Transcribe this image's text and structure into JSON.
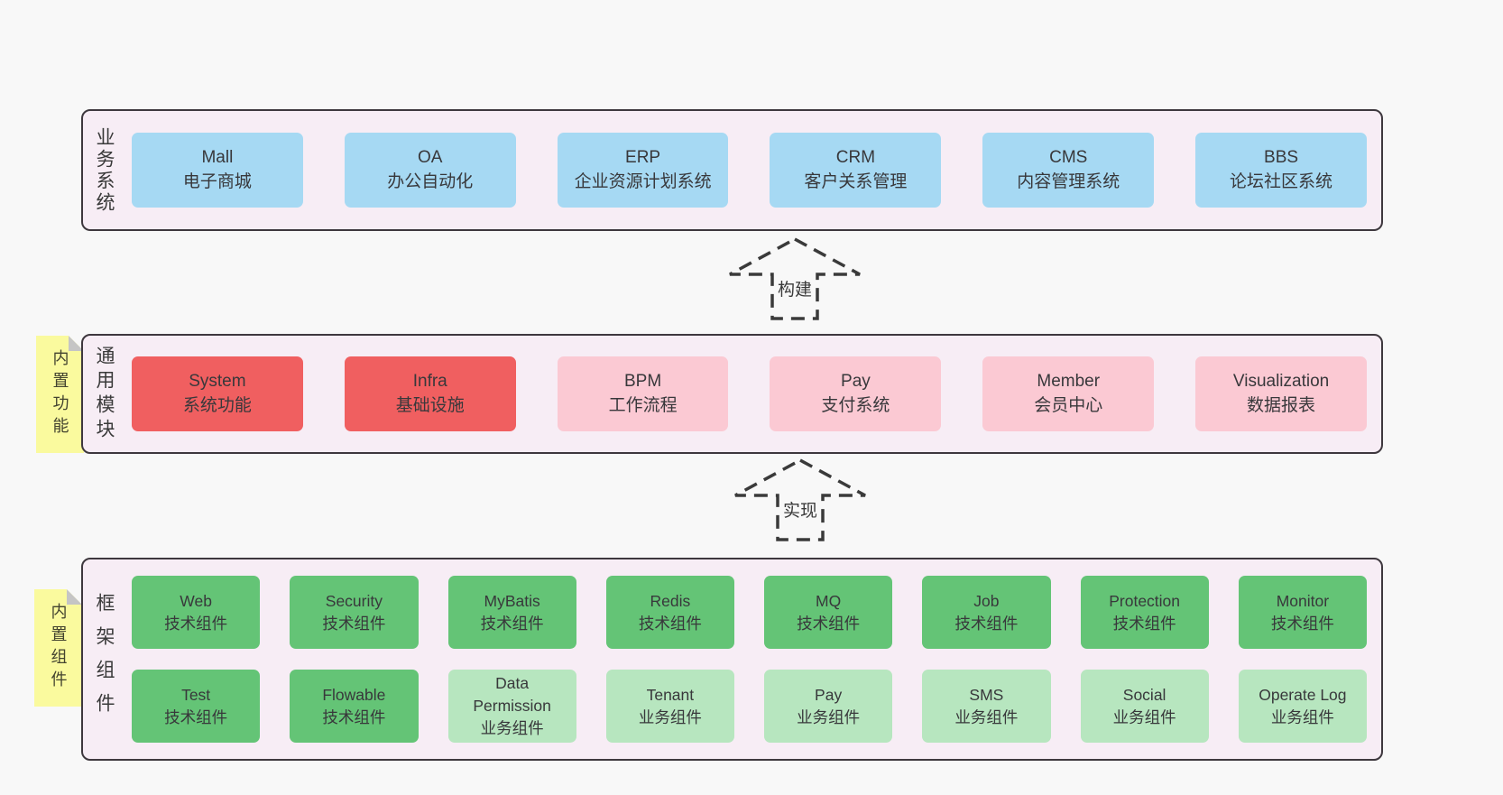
{
  "colors": {
    "page_bg": "#f8f8f8",
    "layer_bg": "#f7edf5",
    "layer_border": "#3e383e",
    "box_blue": "#a6d9f3",
    "box_red": "#f05f60",
    "box_pink": "#fbc9d3",
    "box_green": "#64c476",
    "box_light_green": "#b7e6bf",
    "note_yellow": "#fafa9e",
    "note_fold_gray": "#c5c5c5",
    "text": "#38383b"
  },
  "arrows": [
    {
      "label": "构建"
    },
    {
      "label": "实现"
    }
  ],
  "notes": [
    {
      "text": "内置功能"
    },
    {
      "text": "内置组件"
    }
  ],
  "layers": [
    {
      "label": "业务系统",
      "boxes": [
        {
          "en": "Mall",
          "zh": "电子商城"
        },
        {
          "en": "OA",
          "zh": "办公自动化"
        },
        {
          "en": "ERP",
          "zh": "企业资源计划系统"
        },
        {
          "en": "CRM",
          "zh": "客户关系管理"
        },
        {
          "en": "CMS",
          "zh": "内容管理系统"
        },
        {
          "en": "BBS",
          "zh": "论坛社区系统"
        }
      ]
    },
    {
      "label": "通用模块",
      "boxes": [
        {
          "en": "System",
          "zh": "系统功能"
        },
        {
          "en": "Infra",
          "zh": "基础设施"
        },
        {
          "en": "BPM",
          "zh": "工作流程"
        },
        {
          "en": "Pay",
          "zh": "支付系统"
        },
        {
          "en": "Member",
          "zh": "会员中心"
        },
        {
          "en": "Visualization",
          "zh": "数据报表"
        }
      ]
    },
    {
      "label": "框架组件",
      "rows": [
        [
          {
            "en": "Web",
            "zh": "技术组件"
          },
          {
            "en": "Security",
            "zh": "技术组件"
          },
          {
            "en": "MyBatis",
            "zh": "技术组件"
          },
          {
            "en": "Redis",
            "zh": "技术组件"
          },
          {
            "en": "MQ",
            "zh": "技术组件"
          },
          {
            "en": "Job",
            "zh": "技术组件"
          },
          {
            "en": "Protection",
            "zh": "技术组件"
          },
          {
            "en": "Monitor",
            "zh": "技术组件"
          }
        ],
        [
          {
            "en": "Test",
            "zh": "技术组件"
          },
          {
            "en": "Flowable",
            "zh": "技术组件"
          },
          {
            "en": "Data\nPermission",
            "zh": "业务组件"
          },
          {
            "en": "Tenant",
            "zh": "业务组件"
          },
          {
            "en": "Pay",
            "zh": "业务组件"
          },
          {
            "en": "SMS",
            "zh": "业务组件"
          },
          {
            "en": "Social",
            "zh": "业务组件"
          },
          {
            "en": "Operate Log",
            "zh": "业务组件"
          }
        ]
      ]
    }
  ]
}
